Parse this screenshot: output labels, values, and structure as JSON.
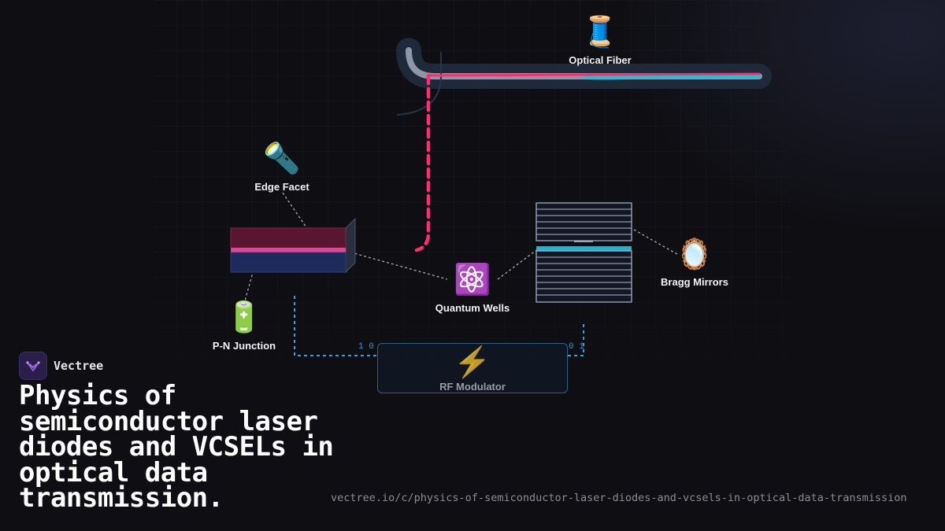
{
  "brand": {
    "name": "Vectree"
  },
  "title": "Physics of semiconductor laser diodes and VCSELs in optical data transmission.",
  "url": "vectree.io/c/physics-of-semiconductor-laser-diodes-and-vcsels-in-optical-data-transmission",
  "nodes": {
    "optical_fiber": {
      "label": "Optical Fiber",
      "icon": "🧵",
      "icon_name": "thread-spool-icon"
    },
    "edge_facet": {
      "label": "Edge Facet",
      "icon": "🔦",
      "icon_name": "flashlight-icon"
    },
    "pn_junction": {
      "label": "P-N Junction",
      "icon": "🔋",
      "icon_name": "battery-icon"
    },
    "quantum_wells": {
      "label": "Quantum Wells",
      "icon": "⚛️",
      "icon_name": "atom-icon"
    },
    "bragg_mirrors": {
      "label": "Bragg Mirrors",
      "icon": "🪞",
      "icon_name": "mirror-icon"
    },
    "rf_modulator": {
      "label": "RF Modulator",
      "icon": "⚡",
      "icon_name": "lightning-icon"
    }
  },
  "bits": {
    "left": "1 0",
    "right": "0 1"
  },
  "colors": {
    "background": "#0f0f13",
    "laser_red": "#ff2d6f",
    "laser_cyan": "#19c3dc",
    "fiber_sheath": "#1e2a3a",
    "signal_blue": "#2fa0e0",
    "vcsel_outline": "#a9b8d6",
    "edge_top": "#5a1530",
    "edge_bottom": "#1c2a5c",
    "edge_active": "#e8419a"
  }
}
